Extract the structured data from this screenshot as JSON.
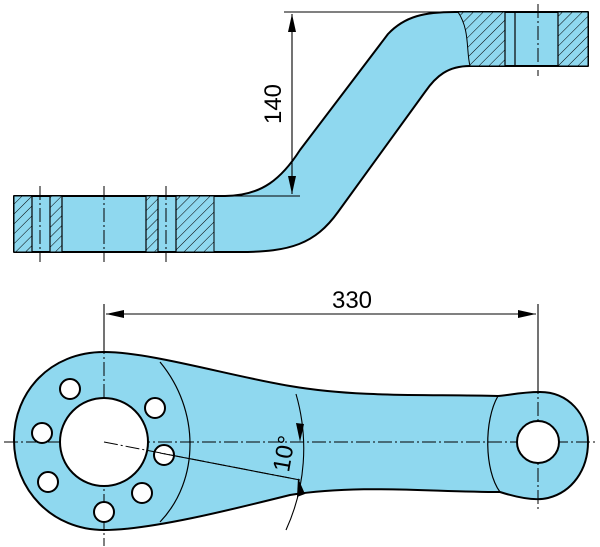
{
  "dimensions": {
    "offset_height": "140",
    "center_distance": "330",
    "angle": "10°"
  }
}
